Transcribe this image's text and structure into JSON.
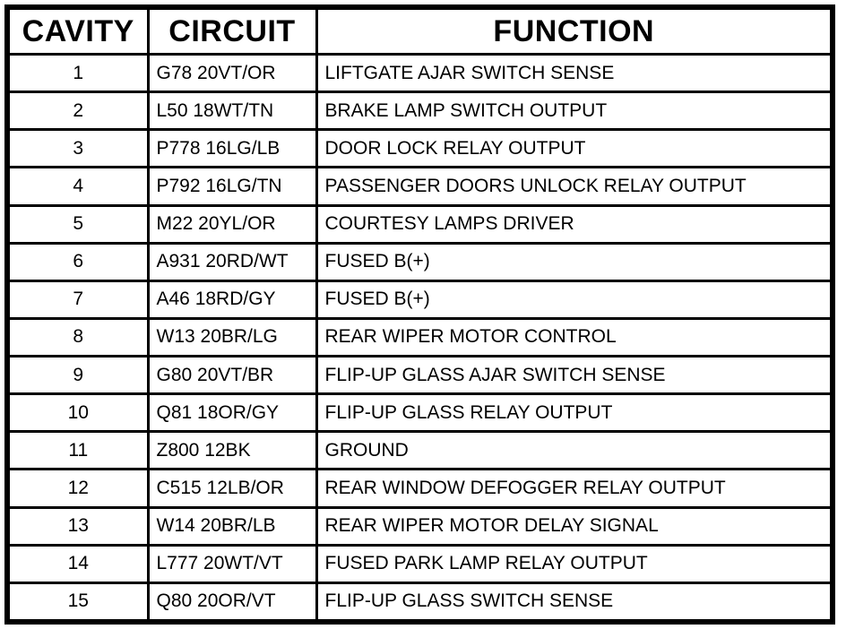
{
  "document": {
    "kind": "connector-pinout-table"
  },
  "colors": {
    "border": "#000000",
    "text": "#000000",
    "background": "#ffffff"
  },
  "table": {
    "headers": [
      "CAVITY",
      "CIRCUIT",
      "FUNCTION"
    ],
    "rows": [
      {
        "cavity": "1",
        "circuit": "G78 20VT/OR",
        "function": "LIFTGATE AJAR SWITCH SENSE"
      },
      {
        "cavity": "2",
        "circuit": "L50 18WT/TN",
        "function": "BRAKE LAMP SWITCH OUTPUT"
      },
      {
        "cavity": "3",
        "circuit": "P778 16LG/LB",
        "function": "DOOR LOCK RELAY OUTPUT"
      },
      {
        "cavity": "4",
        "circuit": "P792 16LG/TN",
        "function": "PASSENGER DOORS UNLOCK RELAY OUTPUT"
      },
      {
        "cavity": "5",
        "circuit": "M22 20YL/OR",
        "function": "COURTESY LAMPS DRIVER"
      },
      {
        "cavity": "6",
        "circuit": "A931 20RD/WT",
        "function": "FUSED B(+)"
      },
      {
        "cavity": "7",
        "circuit": "A46 18RD/GY",
        "function": "FUSED B(+)"
      },
      {
        "cavity": "8",
        "circuit": "W13 20BR/LG",
        "function": "REAR WIPER MOTOR CONTROL"
      },
      {
        "cavity": "9",
        "circuit": "G80 20VT/BR",
        "function": "FLIP-UP GLASS AJAR SWITCH SENSE"
      },
      {
        "cavity": "10",
        "circuit": "Q81 18OR/GY",
        "function": "FLIP-UP GLASS RELAY OUTPUT"
      },
      {
        "cavity": "11",
        "circuit": "Z800 12BK",
        "function": "GROUND"
      },
      {
        "cavity": "12",
        "circuit": "C515 12LB/OR",
        "function": "REAR WINDOW DEFOGGER RELAY OUTPUT"
      },
      {
        "cavity": "13",
        "circuit": "W14 20BR/LB",
        "function": "REAR WIPER MOTOR DELAY SIGNAL"
      },
      {
        "cavity": "14",
        "circuit": "L777 20WT/VT",
        "function": "FUSED PARK LAMP RELAY OUTPUT"
      },
      {
        "cavity": "15",
        "circuit": "Q80 20OR/VT",
        "function": "FLIP-UP GLASS SWITCH SENSE"
      }
    ]
  }
}
